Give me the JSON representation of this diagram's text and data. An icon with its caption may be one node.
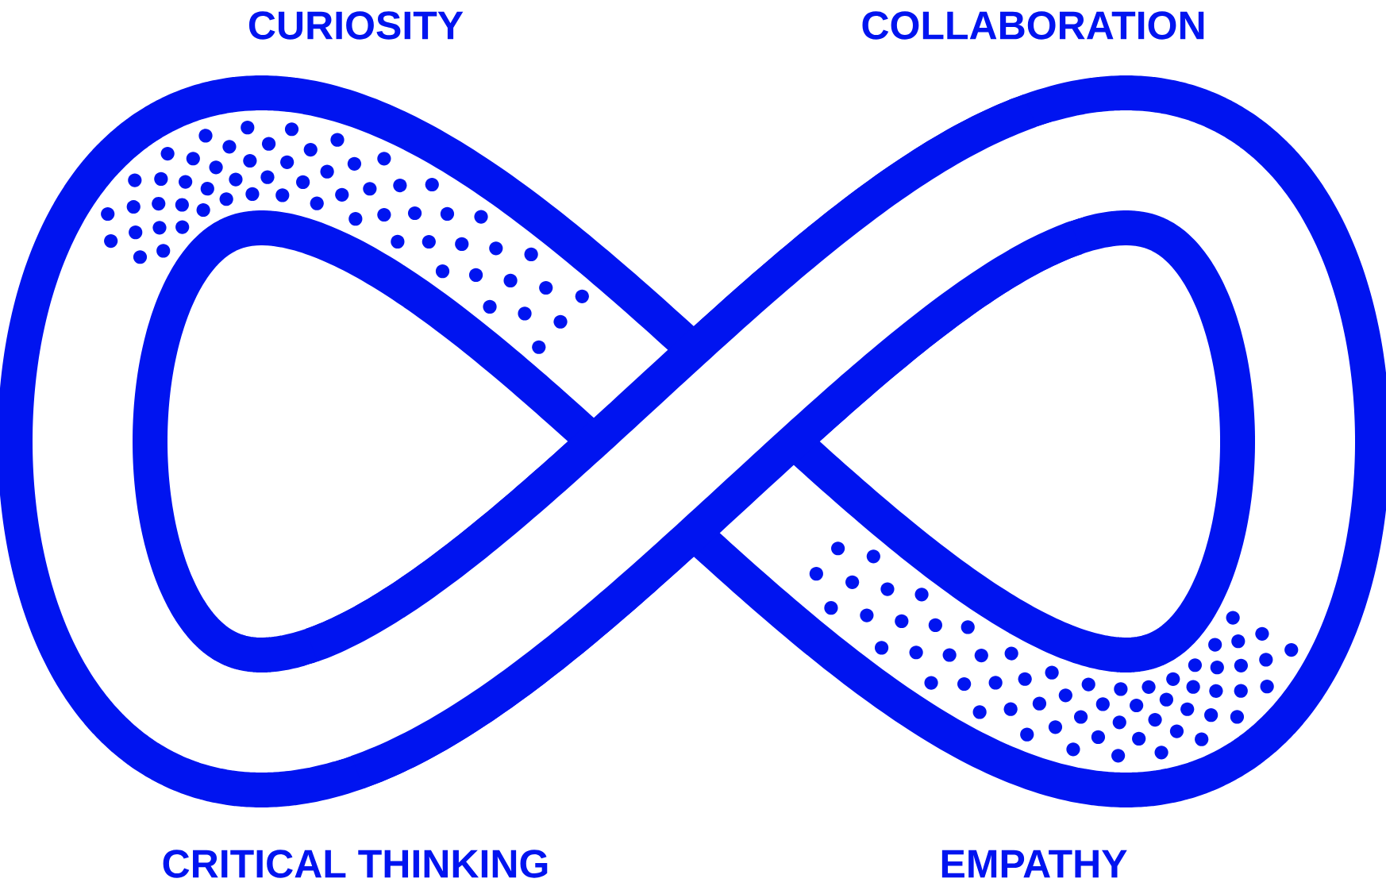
{
  "diagram": {
    "labels": [
      "CURIOSITY",
      "COLLABORATION",
      "CRITICAL THINKING",
      "EMPATHY"
    ]
  }
}
